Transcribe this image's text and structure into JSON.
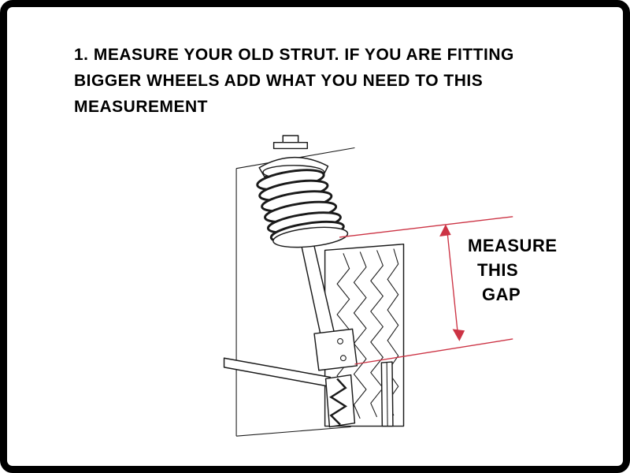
{
  "page": {
    "background": "#ffffff",
    "border_color": "#000000"
  },
  "instruction": {
    "lines": [
      "1. MEASURE YOUR OLD STRUT. IF YOU ARE FITTING",
      "BIGGER WHEELS ADD WHAT YOU NEED TO THIS",
      "MEASUREMENT"
    ]
  },
  "annotation": {
    "lines": [
      "MEASURE",
      "THIS",
      "GAP"
    ]
  },
  "diagram": {
    "subject": "suspension strut assembly with coil spring, bracket, tie rod, wheel and brake disc",
    "line_color": "#1a1a1a",
    "measure_line_color": "#cc3344"
  }
}
